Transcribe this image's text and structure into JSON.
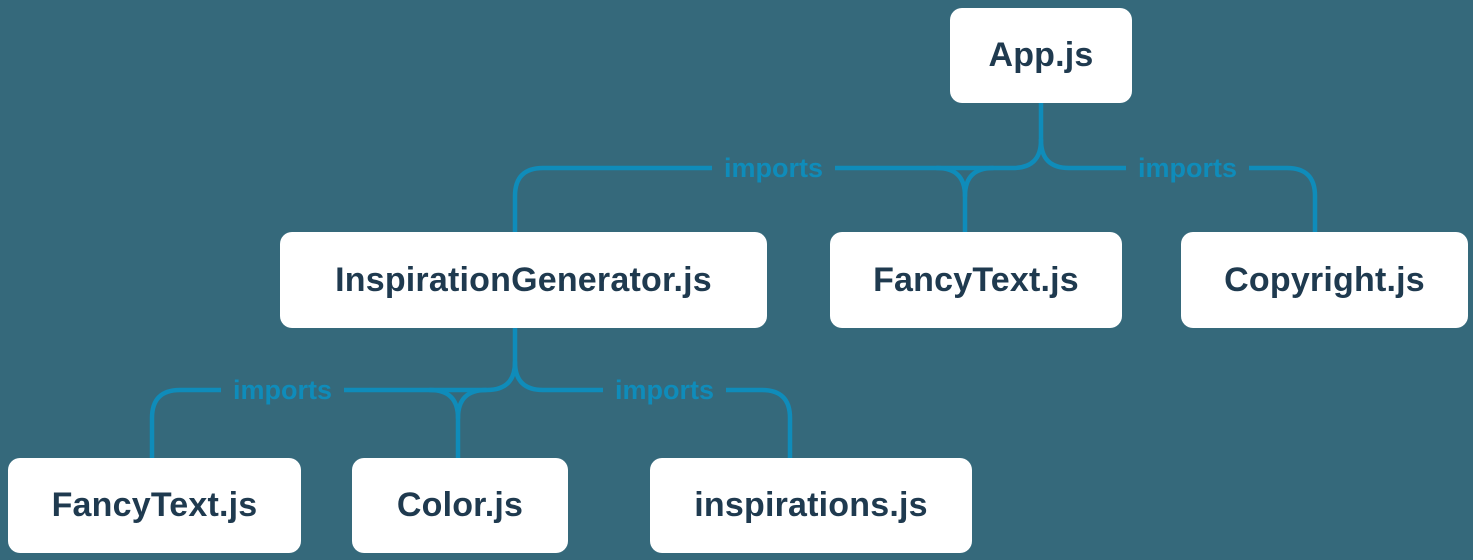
{
  "colors": {
    "background": "#35697b",
    "connector": "#0f8cba",
    "label": "#0f8cba",
    "node_bg": "#ffffff",
    "node_text": "#1f3a4f"
  },
  "nodes": [
    {
      "id": "app",
      "label": "App.js"
    },
    {
      "id": "inspiration-generator",
      "label": "InspirationGenerator.js"
    },
    {
      "id": "fancy-text-top",
      "label": "FancyText.js"
    },
    {
      "id": "copyright",
      "label": "Copyright.js"
    },
    {
      "id": "fancy-text-bottom",
      "label": "FancyText.js"
    },
    {
      "id": "color",
      "label": "Color.js"
    },
    {
      "id": "inspirations",
      "label": "inspirations.js"
    }
  ],
  "edge_labels": [
    {
      "text": "imports"
    },
    {
      "text": "imports"
    },
    {
      "text": "imports"
    },
    {
      "text": "imports"
    }
  ]
}
